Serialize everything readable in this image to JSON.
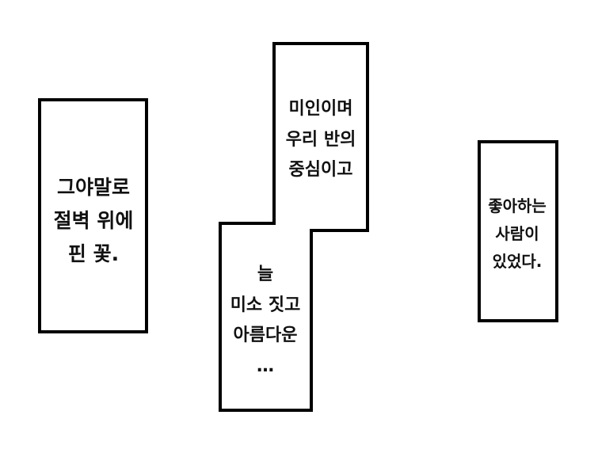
{
  "panel": {
    "background_color": "#ffffff",
    "border_color": "#000000",
    "text_color": "#111111"
  },
  "captions": {
    "left": {
      "lines": [
        "그야말로",
        "절벽 위에",
        "핀 꽃."
      ]
    },
    "middle_top": {
      "lines": [
        "미인이며",
        "우리 반의",
        "중심이고"
      ]
    },
    "middle_bottom": {
      "lines": [
        "늘",
        "미소 짓고",
        "아름다운",
        "…"
      ]
    },
    "right": {
      "lines": [
        "좋아하는",
        "사람이",
        "있었다."
      ]
    }
  }
}
